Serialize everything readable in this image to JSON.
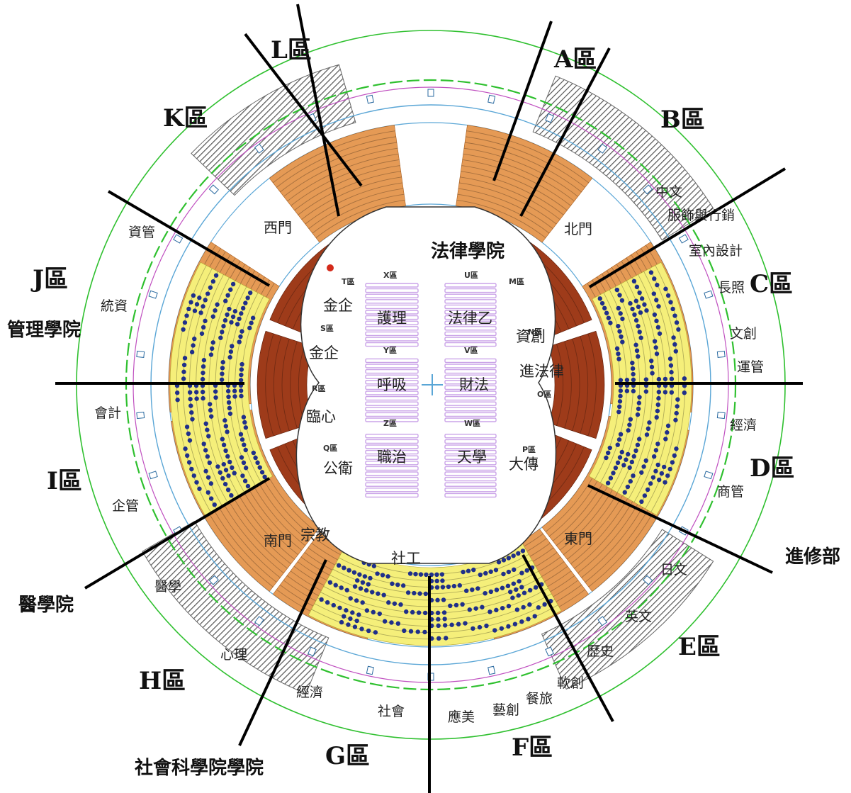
{
  "colors": {
    "orange_seat": "#e59a55",
    "orange_dark": "#b86a2a",
    "brown_seat": "#9e3b1a",
    "yellow_seat": "#f5ef7a",
    "navy_seat": "#1f2f8a",
    "floor_seat": "#caa3e8",
    "blue_line": "#5aa6d6",
    "green_line": "#2fc02f",
    "magenta_line": "#c050c0",
    "divider": "#000000",
    "dark_stair": "#6b6b6b"
  },
  "zones": [
    "A區",
    "B區",
    "C區",
    "D區",
    "E區",
    "F區",
    "G區",
    "H區",
    "I區",
    "J區",
    "K區",
    "L區"
  ],
  "colleges": {
    "law": "法律學院",
    "management": "管理學院",
    "medicine": "醫學院",
    "social_science": "社會科學院學院",
    "continuing": "進修部"
  },
  "gates": {
    "north": "北門",
    "west": "西門",
    "south": "南門",
    "east": "東門"
  },
  "floor": {
    "sections": [
      "X區",
      "U區",
      "Y區",
      "V區",
      "Z區",
      "W區"
    ],
    "blocks": [
      "護理",
      "法律乙",
      "呼吸",
      "財法",
      "職治",
      "天學"
    ]
  },
  "inner_sections": [
    "T區",
    "S區",
    "R區",
    "Q區",
    "M區",
    "N區",
    "O區",
    "P區"
  ],
  "inner_departments": [
    "金企",
    "金企",
    "臨心",
    "公衛",
    "宗教",
    "社工",
    "資創",
    "進法律",
    "大傳"
  ],
  "outer_departments": [
    "中文",
    "服飾與行銷",
    "室內設計",
    "長照",
    "文創",
    "運管",
    "經濟",
    "商管",
    "日文",
    "英文",
    "歷史",
    "軟創",
    "餐旅",
    "藝創",
    "應美",
    "社會",
    "經濟",
    "心理",
    "醫學",
    "企管",
    "會計",
    "統資",
    "資管"
  ]
}
